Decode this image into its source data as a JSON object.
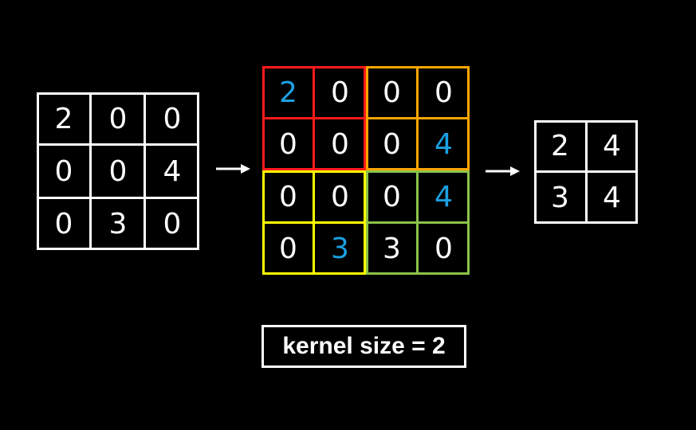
{
  "input_matrix": [
    [
      "2",
      "0",
      "0"
    ],
    [
      "0",
      "0",
      "4"
    ],
    [
      "0",
      "3",
      "0"
    ]
  ],
  "padded_matrix": [
    [
      "2",
      "0",
      "0",
      "0"
    ],
    [
      "0",
      "0",
      "0",
      "4"
    ],
    [
      "0",
      "0",
      "0",
      "4"
    ],
    [
      "0",
      "3",
      "3",
      "0"
    ]
  ],
  "padded_highlight": [
    [
      true,
      false,
      false,
      false
    ],
    [
      false,
      false,
      false,
      true
    ],
    [
      false,
      false,
      false,
      true
    ],
    [
      false,
      true,
      false,
      false
    ]
  ],
  "output_matrix": [
    [
      "2",
      "4"
    ],
    [
      "3",
      "4"
    ]
  ],
  "caption": "kernel size = 2",
  "colors": {
    "background": "#000000",
    "cell_border": "#ffffff",
    "highlight_value": "#1ba1e2",
    "pool_top_left": "#ff1a1a",
    "pool_top_right": "#ffa500",
    "pool_bottom_left": "#ffff00",
    "pool_bottom_right": "#8bc34a"
  }
}
